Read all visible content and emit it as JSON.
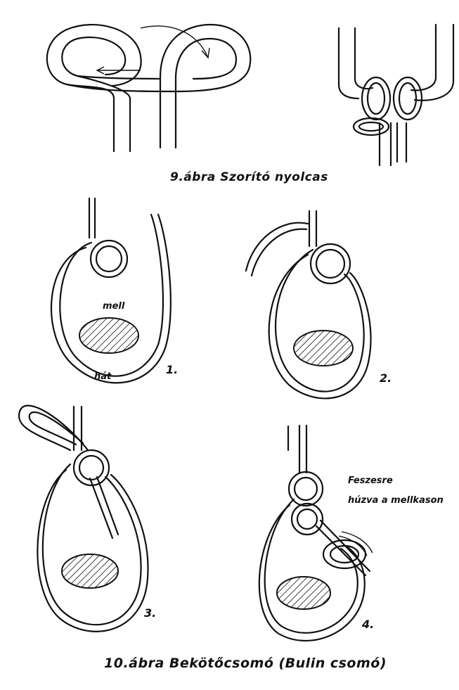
{
  "figure9": {
    "caption": "9.ábra  Szorító nyolcas"
  },
  "figure10": {
    "caption": "10.ábra  Bekötőcsomó (Bulin csomó)",
    "labels": {
      "mell": "mell",
      "hat": "hát",
      "tighten_line1": "Feszesre",
      "tighten_line2": "húzva a mellkason"
    },
    "steps": [
      "1.",
      "2.",
      "3.",
      "4."
    ]
  }
}
